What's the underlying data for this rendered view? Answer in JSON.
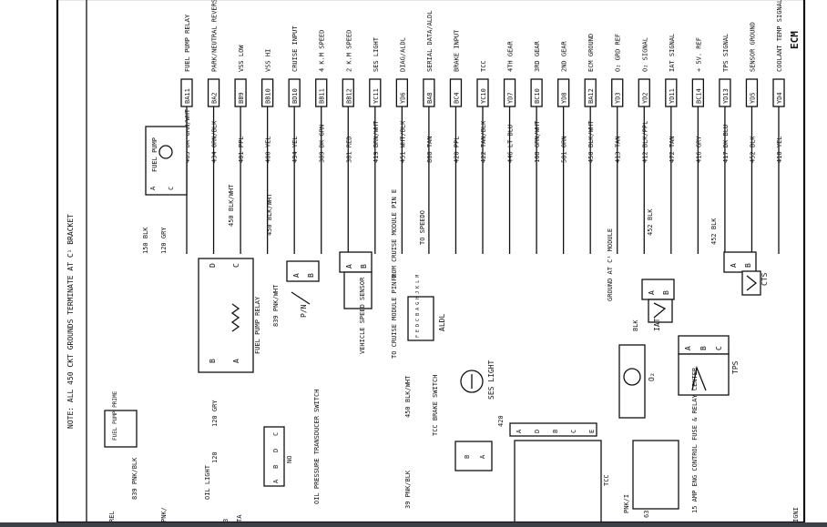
{
  "title": "ECM",
  "note": "NOTE:   ALL 450 CKT GROUNDS TERMINATE AT C¹ BRACKET",
  "ecm_pins": [
    {
      "label": "COOLANT TEMP SIGNAL",
      "pin": "YD4",
      "wire": "410 YEL"
    },
    {
      "label": "SENSOR GROUND",
      "pin": "YD5",
      "wire": "452 BLK"
    },
    {
      "label": "TPS SIGNAL",
      "pin": "YD13",
      "wire": "417 DK BLU"
    },
    {
      "label": "+ 5V. REF",
      "pin": "BC14",
      "wire": "416 GRY"
    },
    {
      "label": "IAT SIGNAL",
      "pin": "YD11",
      "wire": "472 TAN"
    },
    {
      "label": "O₂ SIGNAL",
      "pin": "YD2",
      "wire": "412 BLK/PPL"
    },
    {
      "label": "O₂ GRD REF",
      "pin": "YD3",
      "wire": "413 TAN"
    },
    {
      "label": "ECM GROUND",
      "pin": "BA12",
      "wire": "450 BLK/WHT"
    },
    {
      "label": "2ND GEAR",
      "pin": "YD8",
      "wire": "581 ORN"
    },
    {
      "label": "3RD GEAR",
      "pin": "BC10",
      "wire": "108 GRN/WHT"
    },
    {
      "label": "4TH GEAR",
      "pin": "YD7",
      "wire": "446 LT BLU"
    },
    {
      "label": "TCC",
      "pin": "YC10",
      "wire": "422 TAN/BLK"
    },
    {
      "label": "BRAKE INPUT",
      "pin": "BC4",
      "wire": "420 PPL"
    },
    {
      "label": "SERIAL DATA/ALDL",
      "pin": "BA8",
      "wire": "800 TAN"
    },
    {
      "label": "DIAG/ALDL",
      "pin": "YD6",
      "wire": "451 WHT/BLK"
    },
    {
      "label": "SES LIGHT",
      "pin": "YC11",
      "wire": "419 BRN/WHT"
    },
    {
      "label": "2 K.M SPEED",
      "pin": "BB12",
      "wire": "381 RED"
    },
    {
      "label": "4 K.M SPEED",
      "pin": "BB11",
      "wire": "389 DK GRN"
    },
    {
      "label": "CRUISE INPUT",
      "pin": "BD10",
      "wire": "494 YEL"
    },
    {
      "label": "VSS HI",
      "pin": "BB10",
      "wire": "400 YEL"
    },
    {
      "label": "VSS LOW",
      "pin": "BB9",
      "wire": "401 PPL"
    },
    {
      "label": "PARK/NEUTRAL REVERSE/DRIVE",
      "pin": "BA2",
      "wire": "434 ORN/BLK"
    },
    {
      "label": "FUEL PUMP RELAY",
      "pin": "BA11",
      "wire": "465 DK GRN/WHT"
    }
  ],
  "components": {
    "cts": "CTS",
    "tps": "TPS",
    "iat": "IAT",
    "o2": "O₂",
    "ground_module": "GROUND AT C¹ MODULE",
    "to_speedo": "TO SPEEDO",
    "from_cruise": "FROM CRUISE MODULE PIN E",
    "to_cruise": "TO CRUISE MODULE PIN D",
    "aldl": "ALDL",
    "ses_light": "SES LIGHT",
    "vss": "VEHICLE SPEED SENSOR",
    "pn": "P/N",
    "fuel_pump_relay": "FUEL PUMP RELAY",
    "fuel_pump": "FUEL PUMP",
    "fuel_pump_prime": "FUEL PUMP PRIME",
    "tcc_brake_switch": "TCC BRAKE SWITCH",
    "oil_pressure_switch": "OIL PRESSURE TRANSDUCER SWITCH",
    "oil_light": "OIL LIGHT",
    "fuse_center": "15 AMP ENG CONTROL FUSE & RELAY CENTER",
    "ign": "IGNI",
    "rel": "REL"
  },
  "labels": {
    "w452_cts": "452 BLK",
    "w452_iat": "452 BLK",
    "w450_pn": "450 BLK/WHT",
    "w450_ses": "450 BLK/WHT",
    "w450_relay": "450 BLK/WHT",
    "w839": "839 PNK/WHT",
    "w839_low": "839 PNK/BLK",
    "w120": "120 GRY",
    "w120_b": "120 GRY",
    "w120_c": "120",
    "w150": "150 BLK",
    "w39": "39 PNK/BLK",
    "w420": "420",
    "blk": "BLK",
    "tcc": "TCC",
    "pnk": "PNK/I",
    "no": "NO",
    "n63": "63",
    "pnk_b": "PNK/",
    "ta": "TA",
    "n3": "3",
    "aldl_pins": "F E D C B A G H J K L M",
    "relay_terms": [
      "D",
      "C",
      "B",
      "A"
    ],
    "cts_terms": [
      "A",
      "B"
    ],
    "tps_terms": [
      "A",
      "B",
      "C"
    ],
    "iat_terms": [
      "A",
      "B"
    ],
    "pn_terms": [
      "A",
      "B"
    ],
    "vss_terms": [
      "A",
      "B"
    ],
    "fp_terms": [
      "A",
      "C"
    ],
    "brake_terms": [
      "B",
      "A"
    ],
    "oil_terms": [
      "C",
      "D",
      "B",
      "A"
    ],
    "trans_terms": [
      "A",
      "D",
      "B",
      "C",
      "E"
    ]
  }
}
